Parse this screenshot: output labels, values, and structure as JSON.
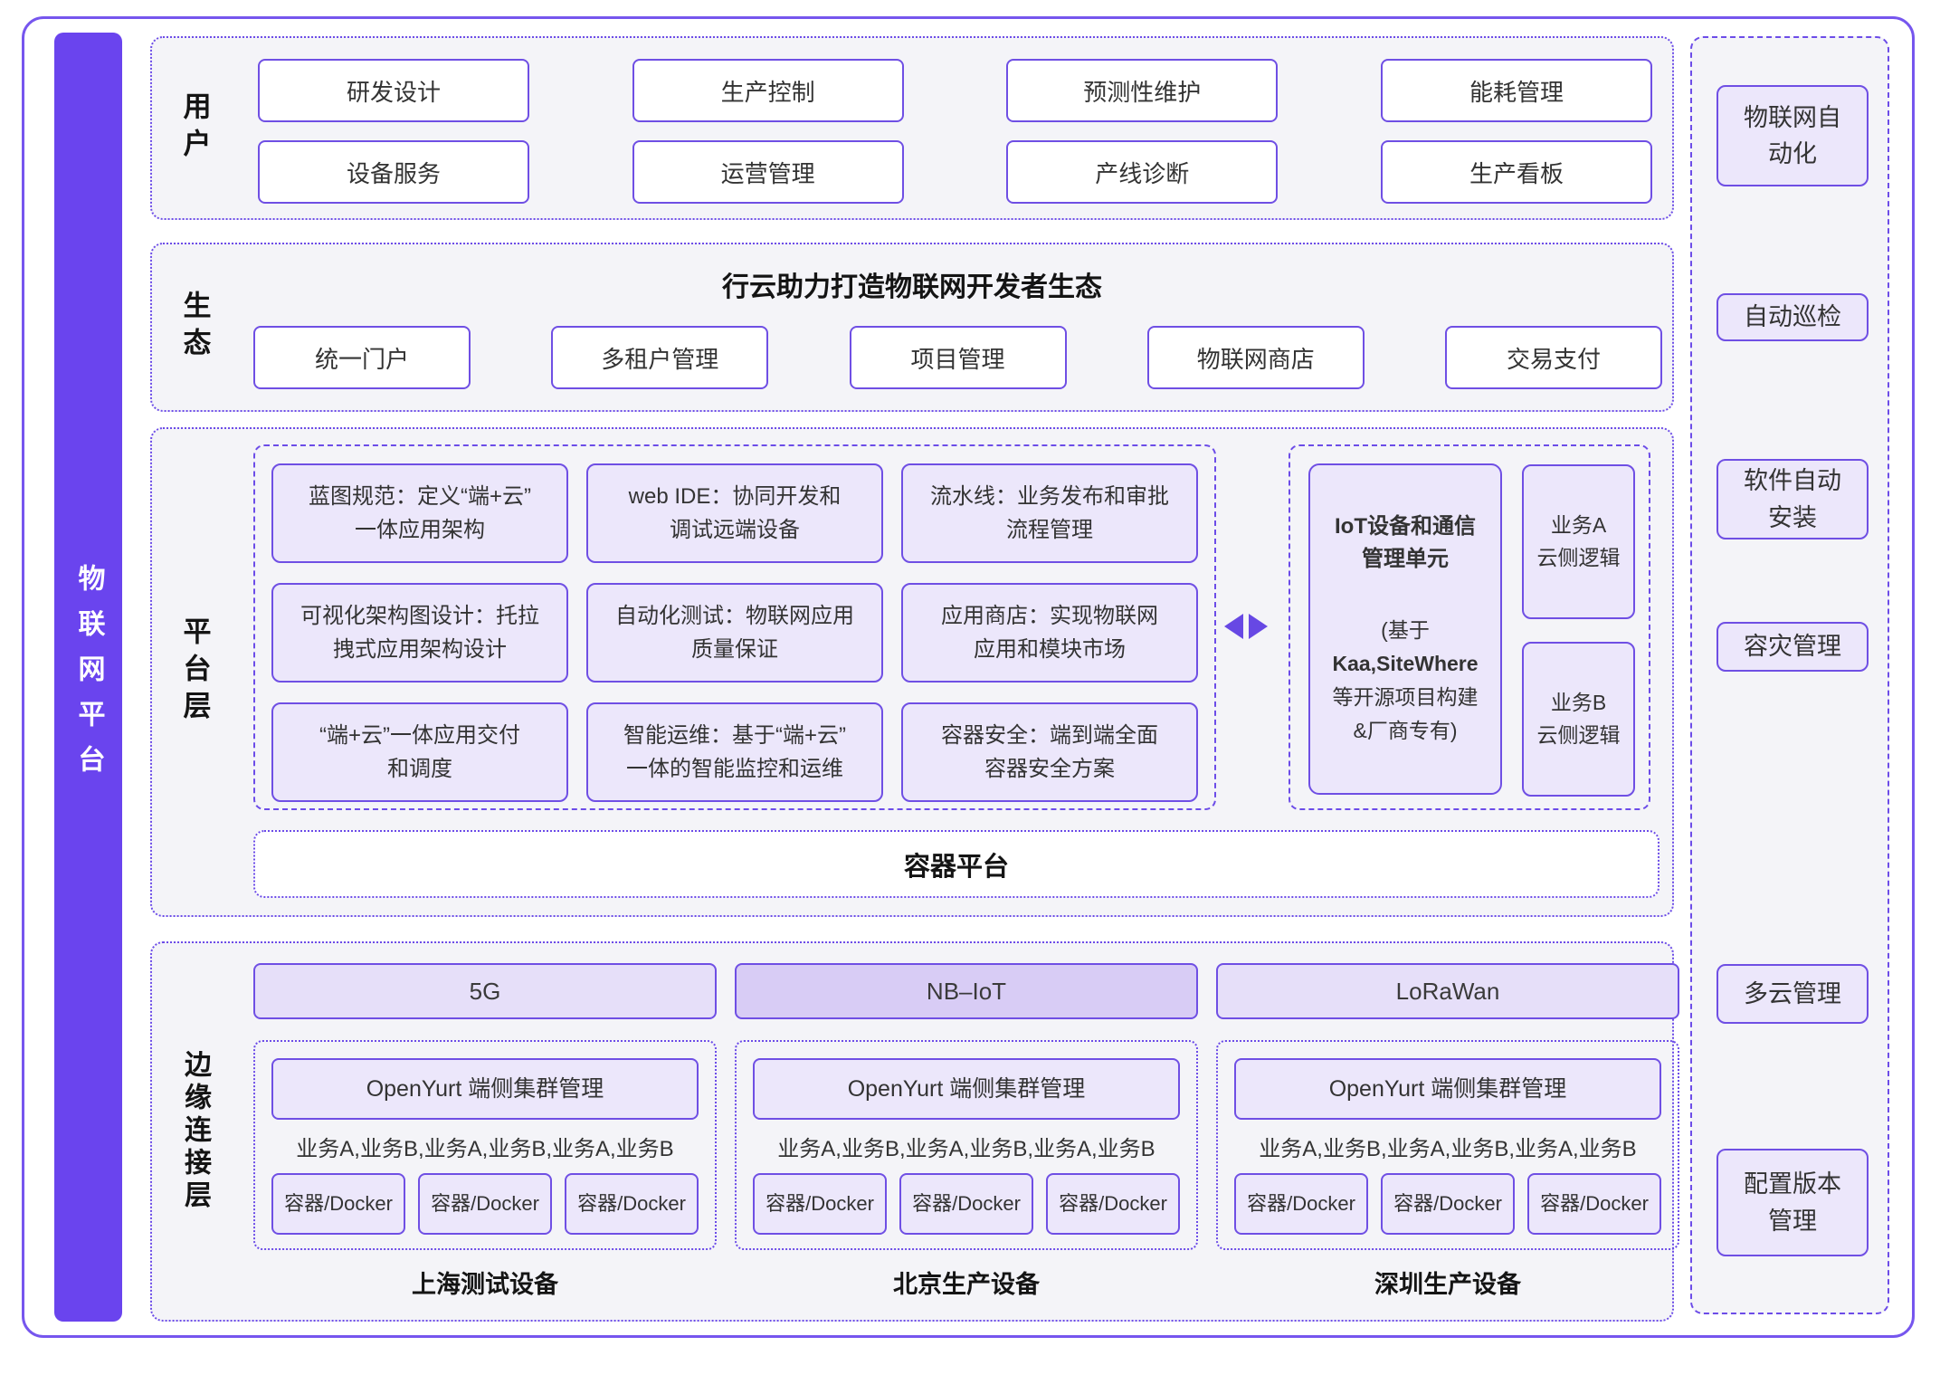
{
  "colors": {
    "accent_purple": "#6C4CE8",
    "solid_border_purple": "#6F4FE4",
    "sidebar_purple": "#6A44EE",
    "light_box_fill": "#ECE7FB",
    "nbiot_fill": "#D8CCF5",
    "section_bg": "#F4F4F8",
    "arrow_purple": "#6748E4"
  },
  "sidebar": {
    "title": "物联网平台"
  },
  "users": {
    "label": "用户",
    "boxes": [
      "研发设计",
      "生产控制",
      "预测性维护",
      "能耗管理",
      "设备服务",
      "运营管理",
      "产线诊断",
      "生产看板"
    ]
  },
  "ecosystem": {
    "label": "生态",
    "title": "行云助力打造物联网开发者生态",
    "boxes": [
      "统一门户",
      "多租户管理",
      "项目管理",
      "物联网商店",
      "交易支付"
    ]
  },
  "platform": {
    "label": "平台层",
    "capabilities": [
      "蓝图规范：定义“端+云”\n一体应用架构",
      "web IDE：协同开发和\n调试远端设备",
      "流水线：业务发布和审批\n流程管理",
      "可视化架构图设计：托拉\n拽式应用架构设计",
      "自动化测试：物联网应用\n质量保证",
      "应用商店：实现物联网\n应用和模块市场",
      "“端+云”一体应用交付\n和调度",
      "智能运维：基于“端+云”\n一体的智能监控和运维",
      "容器安全：端到端全面\n容器安全方案"
    ],
    "iot_unit": {
      "title": "IoT设备和通信\n管理单元",
      "note_line1": "(基于",
      "note_line2": "Kaa,SiteWhere",
      "note_line3": "等开源项目构建",
      "note_line4": "&厂商专有)"
    },
    "business_cloud": [
      "业务A\n云侧逻辑",
      "业务B\n云侧逻辑"
    ],
    "container_platform": "容器平台"
  },
  "edge": {
    "label": "边缘连接层",
    "clusters": [
      {
        "network": "5G",
        "cluster_mgmt": "OpenYurt 端侧集群管理",
        "workloads": "业务A,业务B,业务A,业务B,业务A,业务B",
        "containers": [
          "容器/Docker",
          "容器/Docker",
          "容器/Docker"
        ],
        "device_label": "上海测试设备"
      },
      {
        "network": "NB–IoT",
        "cluster_mgmt": "OpenYurt 端侧集群管理",
        "workloads": "业务A,业务B,业务A,业务B,业务A,业务B",
        "containers": [
          "容器/Docker",
          "容器/Docker",
          "容器/Docker"
        ],
        "device_label": "北京生产设备"
      },
      {
        "network": "LoRaWan",
        "cluster_mgmt": "OpenYurt 端侧集群管理",
        "workloads": "业务A,业务B,业务A,业务B,业务A,业务B",
        "containers": [
          "容器/Docker",
          "容器/Docker",
          "容器/Docker"
        ],
        "device_label": "深圳生产设备"
      }
    ]
  },
  "automation": {
    "items": [
      "物联网自\n动化",
      "自动巡检",
      "软件自动\n安装",
      "容灾管理",
      "多云管理",
      "配置版本\n管理"
    ]
  }
}
